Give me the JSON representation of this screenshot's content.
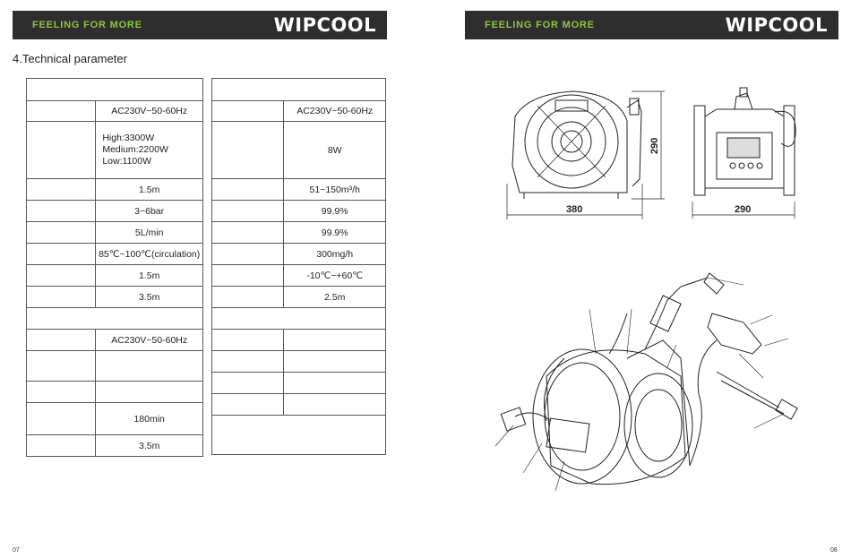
{
  "header": {
    "tagline": "FEELING FOR MORE",
    "brand": "WIPCOOL"
  },
  "section_title": "4.Technical parameter",
  "left_table": {
    "r1": "AC230V~50-60Hz",
    "r2": "High:3300W\nMedium:2200W\nLow:1100W",
    "r3": "1.5m",
    "r4": "3~6bar",
    "r5": "5L/min",
    "r6": "85℃~100℃(circulation)",
    "r7": "1.5m",
    "r8": "3.5m",
    "r10": "AC230V~50-60Hz",
    "r13": "180min",
    "r14": "3.5m"
  },
  "right_table": {
    "r1": "AC230V~50-60Hz",
    "r2": "8W",
    "r3": "51~150m³/h",
    "r4": "99.9%",
    "r5": "99.9%",
    "r6": "300mg/h",
    "r7": "-10℃~+60℃",
    "r8": "2.5m"
  },
  "dimensions": {
    "width": "380",
    "height": "290",
    "depth": "290"
  },
  "page_numbers": {
    "left": "07",
    "right": "08"
  }
}
